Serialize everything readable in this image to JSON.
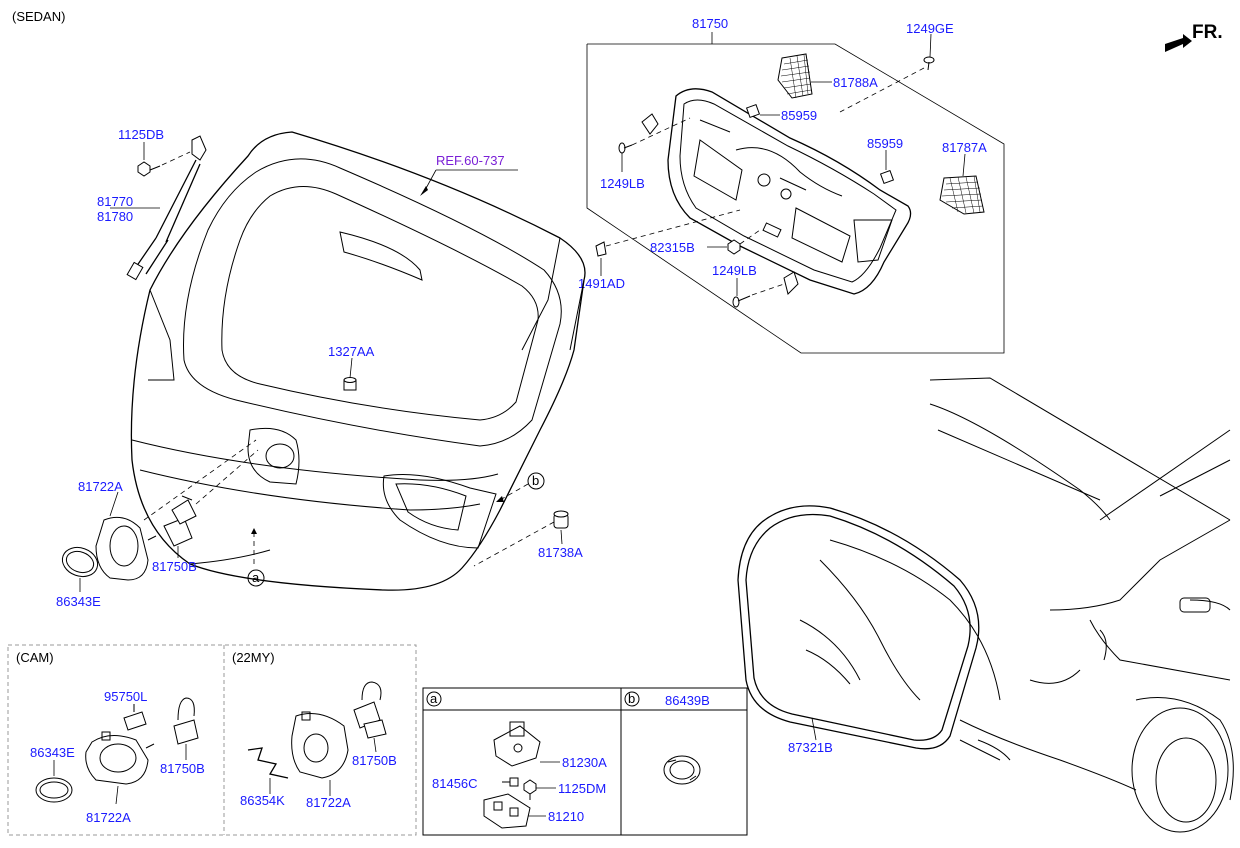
{
  "header": {
    "variant": "(SEDAN)",
    "direction": "FR."
  },
  "ref_label": "REF.60-737",
  "callouts": {
    "a": "a",
    "b": "b"
  },
  "parts": {
    "p81750": "81750",
    "p1249GE": "1249GE",
    "p81788A": "81788A",
    "p85959a": "85959",
    "p85959b": "85959",
    "p81787A": "81787A",
    "p1249LBa": "1249LB",
    "p82315B": "82315B",
    "p1249LBb": "1249LB",
    "p1491AD": "1491AD",
    "p1125DB": "1125DB",
    "p81770": "81770",
    "p81780": "81780",
    "p1327AA": "1327AA",
    "p81722A": "81722A",
    "p81750B": "81750B",
    "p86343E": "86343E",
    "p81738A": "81738A",
    "p87321B": "87321B"
  },
  "panels": {
    "cam": {
      "title": "(CAM)",
      "p95750L": "95750L",
      "p86343E": "86343E",
      "p81750B": "81750B",
      "p81722A": "81722A"
    },
    "my22": {
      "title": "(22MY)",
      "p86354K": "86354K",
      "p81722A": "81722A",
      "p81750B": "81750B"
    },
    "a": {
      "tag": "a",
      "p81230A": "81230A",
      "p81456C": "81456C",
      "p1125DM": "1125DM",
      "p81210": "81210"
    },
    "b": {
      "tag": "b",
      "p86439B": "86439B"
    }
  }
}
